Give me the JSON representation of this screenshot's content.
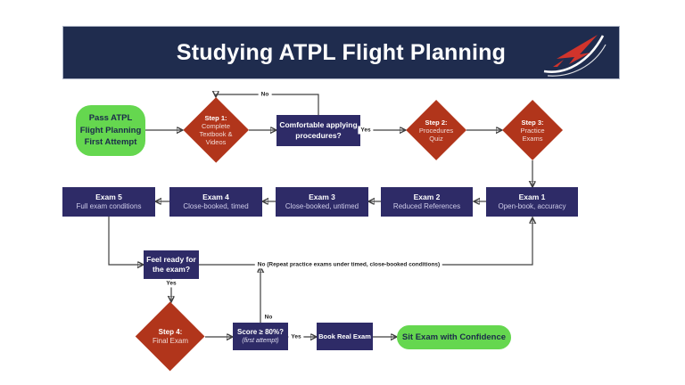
{
  "banner": {
    "title": "Studying ATPL Flight Planning",
    "bg_color": "#1f2c4e",
    "logo": "airline-swoosh-plane"
  },
  "colors": {
    "diamond_red": "#b1351b",
    "box_indigo": "#2e2b67",
    "pill_green": "#65d74f",
    "line": "#404040",
    "pill_text_navy": "#1b2a4a"
  },
  "nodes": {
    "start": {
      "label": "Pass ATPL Flight Planning First Attempt"
    },
    "step1": {
      "title": "Step 1:",
      "body": "Complete Textbook & Videos"
    },
    "comfortable": {
      "label": "Comfortable applying procedures?"
    },
    "step2": {
      "title": "Step 2:",
      "body": "Procedures Quiz"
    },
    "step3": {
      "title": "Step 3:",
      "body": "Practice Exams"
    },
    "feel_ready": {
      "label": "Feel ready for the exam?"
    },
    "step4": {
      "title": "Step 4:",
      "body": "Final Exam"
    },
    "score": {
      "title": "Score ≥ 80%?",
      "subtitle": "(first attempt)"
    },
    "book": {
      "label": "Book Real Exam"
    },
    "end": {
      "label": "Sit Exam with Confidence"
    }
  },
  "exams": [
    {
      "title": "Exam 5",
      "subtitle": "Full exam conditions"
    },
    {
      "title": "Exam 4",
      "subtitle": "Close-booked, timed"
    },
    {
      "title": "Exam 3",
      "subtitle": "Close-booked, untimed"
    },
    {
      "title": "Exam 2",
      "subtitle": "Reduced References"
    },
    {
      "title": "Exam 1",
      "subtitle": "Open-book, accuracy"
    }
  ],
  "labels": {
    "no_top": "No",
    "yes_to_step2": "Yes",
    "yes_to_step4": "Yes",
    "no_repeat": "No (Repeat practice exams under timed, close-booked conditions)",
    "no_score": "No",
    "yes_to_book": "Yes"
  }
}
